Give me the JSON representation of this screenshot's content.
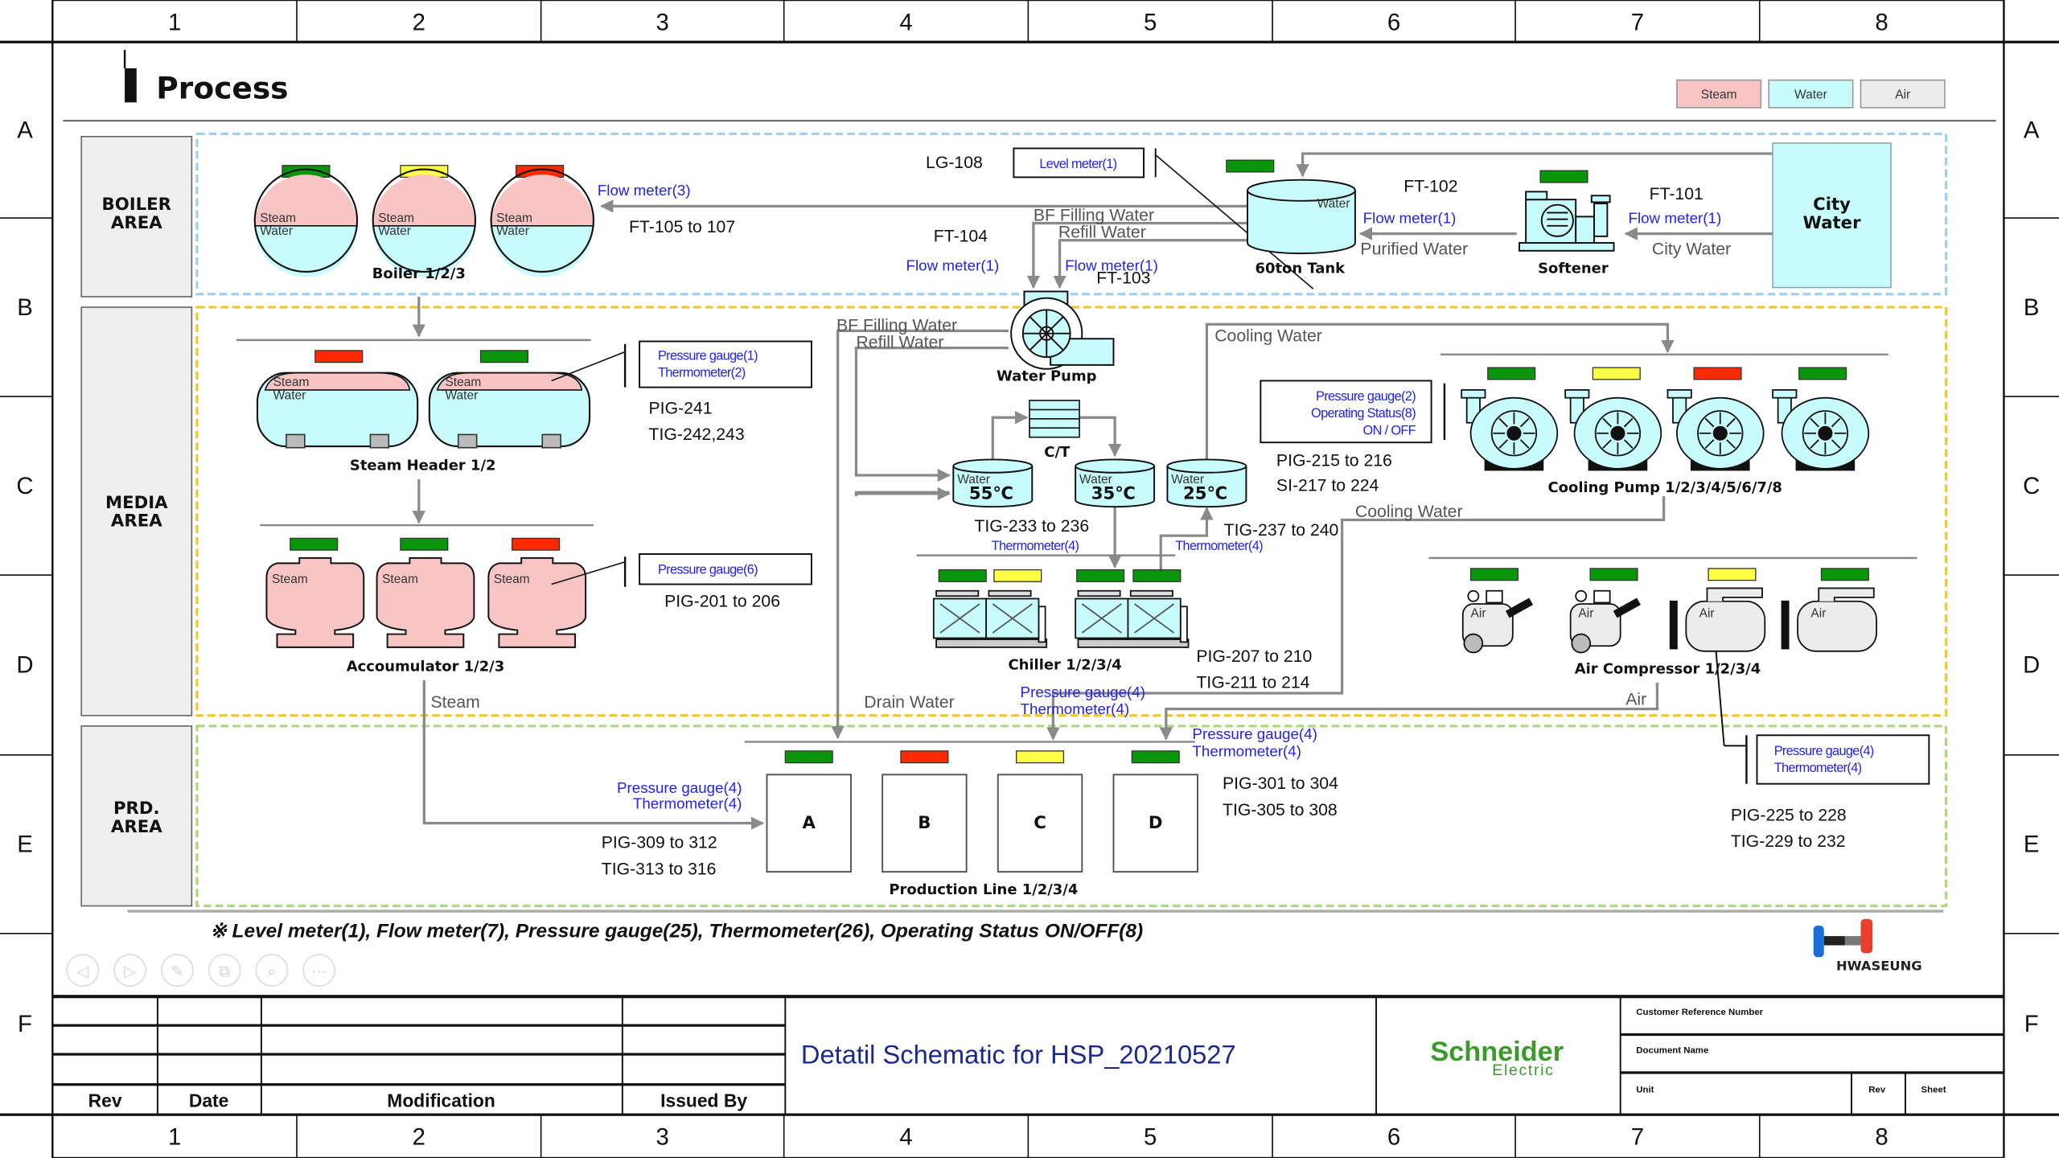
{
  "page_title": "Process",
  "legend": [
    {
      "label": "Steam",
      "color": "#f8c4c4"
    },
    {
      "label": "Water",
      "color": "#c8fbfb"
    },
    {
      "label": "Air",
      "color": "#ececec"
    }
  ],
  "grid": {
    "columns": [
      "1",
      "2",
      "3",
      "4",
      "5",
      "6",
      "7",
      "8"
    ],
    "rows": [
      "A",
      "B",
      "C",
      "D",
      "E",
      "F"
    ]
  },
  "status_colors": {
    "green": "#0a960a",
    "yellow": "#ffff44",
    "red": "#ff2a00"
  },
  "areas": {
    "boiler": "BOILER AREA",
    "media": "MEDIA AREA",
    "production": "PRD. AREA"
  },
  "boiler": {
    "label": "Boiler 1/2/3",
    "steam": "Steam",
    "water": "Water",
    "status": [
      "green",
      "yellow",
      "red"
    ],
    "flow_meter": "Flow meter(3)",
    "tag": "FT-105 to 107"
  },
  "water_supply": {
    "lg_tag": "LG-108",
    "level_meter": "Level meter(1)",
    "tank_label": "60ton Tank",
    "tank_water": "Water",
    "tank_status": "green",
    "ft102": "FT-102",
    "ft102_meter": "Flow meter(1)",
    "purified_water": "Purified Water",
    "softener_label": "Softener",
    "softener_status": "green",
    "ft101": "FT-101",
    "ft101_meter": "Flow meter(1)",
    "city_water_line": "City Water",
    "city_water_box": "City Water",
    "bf_filling": "BF Filling Water",
    "refill": "Refill Water",
    "ft104": "FT-104",
    "ft104_meter": "Flow meter(1)",
    "ft103_meter": "Flow meter(1)",
    "ft103": "FT-103"
  },
  "water_pump": {
    "label": "Water Pump",
    "bf_filling": "BF Filling Water",
    "refill": "Refill Water"
  },
  "steam_header": {
    "label": "Steam Header 1/2",
    "steam": "Steam",
    "water": "Water",
    "status": [
      "red",
      "green"
    ],
    "box": [
      "Pressure gauge(1)",
      "Thermometer(2)"
    ],
    "tags": [
      "PIG-241",
      "TIG-242,243"
    ]
  },
  "accumulator": {
    "label": "Accoumulator 1/2/3",
    "steam": "Steam",
    "status": [
      "green",
      "green",
      "red"
    ],
    "box": "Pressure gauge(6)",
    "tag": "PIG-201 to 206",
    "steam_line": "Steam"
  },
  "cooling_tower": {
    "label": "C/T",
    "tanks": [
      {
        "fluid": "Water",
        "temp": "55℃"
      },
      {
        "fluid": "Water",
        "temp": "35℃"
      },
      {
        "fluid": "Water",
        "temp": "25℃"
      }
    ],
    "tig_left": "TIG-233 to 236",
    "thermo_left": "Thermometer(4)",
    "tig_right": "TIG-237 to 240",
    "thermo_right": "Thermometer(4)"
  },
  "cooling_pump": {
    "label": "Cooling Pump 1/2/3/4/5/6/7/8",
    "cooling_water_top": "Cooling Water",
    "cooling_water_bottom": "Cooling Water",
    "status": [
      "green",
      "yellow",
      "red",
      "green"
    ],
    "box": [
      "Pressure gauge(2)",
      "Operating Status(8)",
      "ON / OFF"
    ],
    "tags": [
      "PIG-215 to 216",
      "SI-217 to 224"
    ]
  },
  "chiller": {
    "label": "Chiller 1/2/3/4",
    "status": [
      "green",
      "yellow",
      "green",
      "green"
    ],
    "tags": [
      "PIG-207 to 210",
      "TIG-211 to 214"
    ],
    "drain_water": "Drain Water",
    "meters": [
      "Pressure gauge(4)",
      "Thermometer(4)"
    ]
  },
  "air_compressor": {
    "label": "Air Compressor 1/2/3/4",
    "air": "Air",
    "air_line": "Air",
    "status": [
      "green",
      "green",
      "yellow",
      "green"
    ],
    "box": [
      "Pressure gauge(4)",
      "Thermometer(4)"
    ],
    "tags": [
      "PIG-225 to 228",
      "TIG-229 to 232"
    ]
  },
  "production": {
    "label": "Production Line 1/2/3/4",
    "lines": [
      "A",
      "B",
      "C",
      "D"
    ],
    "status": [
      "green",
      "red",
      "yellow",
      "green"
    ],
    "left_meters": [
      "Pressure gauge(4)",
      "Thermometer(4)"
    ],
    "left_tags": [
      "PIG-309 to 312",
      "TIG-313 to 316"
    ],
    "right_meters": [
      "Pressure gauge(4)",
      "Thermometer(4)"
    ],
    "right_tags": [
      "PIG-301 to 304",
      "TIG-305 to 308"
    ]
  },
  "footnote": "※ Level meter(1), Flow meter(7), Pressure gauge(25), Thermometer(26), Operating Status ON/OFF(8)",
  "hwaseung_logo": "HWASEUNG",
  "viewer_controls": [
    "previous-icon",
    "next-icon",
    "pen-icon",
    "copy-icon",
    "zoom-icon",
    "more-icon"
  ],
  "title_block": {
    "headers": {
      "rev": "Rev",
      "date": "Date",
      "modification": "Modification",
      "issued_by": "Issued By"
    },
    "drawing_title": "Detatil Schematic for HSP_20210527",
    "schneider_logo": "Schneider Electric",
    "customer_ref": "Customer Reference Number",
    "document_name": "Document Name",
    "unit": "Unit",
    "rev": "Rev",
    "sheet": "Sheet"
  }
}
